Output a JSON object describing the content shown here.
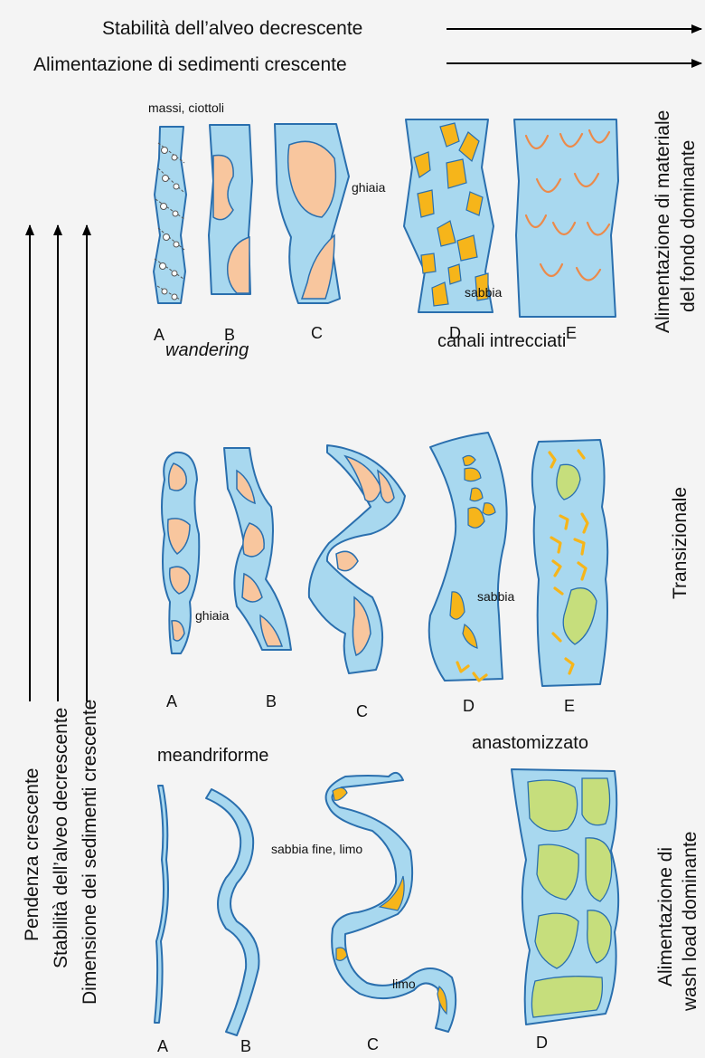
{
  "top_arrows": {
    "stability": "Stabilità dell’alveo decrescente",
    "supply": "Alimentazione di sedimenti crescente"
  },
  "left_arrows": {
    "slope": "Pendenza crescente",
    "stability": "Stabilità dell’alveo decrescente",
    "size": "Dimensione dei sedimenti crescente"
  },
  "right_labels": {
    "bedload_1": "Alimentazione di materiale",
    "bedload_2": "del fondo dominante",
    "transitional": "Transizionale",
    "washload_1": "Alimentazione di",
    "washload_2": "wash load dominante"
  },
  "row1": {
    "letters": [
      "A",
      "B",
      "C",
      "D",
      "E"
    ],
    "label_massi": "massi, ciottoli",
    "label_ghiaia": "ghiaia",
    "label_sabbia": "sabbia",
    "heading_wandering": "wandering",
    "heading_braided": "canali intrecciati"
  },
  "row2": {
    "letters": [
      "A",
      "B",
      "C",
      "D",
      "E"
    ],
    "label_ghiaia": "ghiaia",
    "label_sabbia": "sabbia"
  },
  "row3": {
    "letters": [
      "A",
      "B",
      "C",
      "D"
    ],
    "heading_meander": "meandriforme",
    "heading_anasto": "anastomizzato",
    "label_sabbia_fine": "sabbia fine, limo",
    "label_limo": "limo"
  },
  "colors": {
    "water": "#a8d8ef",
    "bank": "#2a6fae",
    "gravel": "#f8c69e",
    "sand": "#f6b51a",
    "vegetation": "#c6de7c",
    "ripple": "#ec8a4a"
  }
}
